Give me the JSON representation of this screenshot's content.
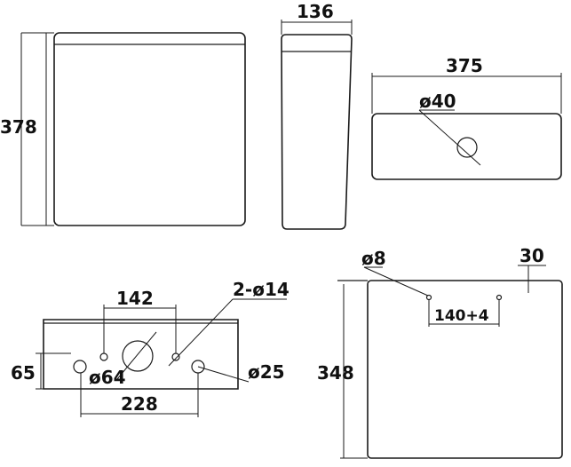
{
  "front_view": {
    "height_label": "378"
  },
  "side_view": {
    "depth_label": "136"
  },
  "top_view": {
    "width_label": "375",
    "hole_label": "ø40"
  },
  "bottom_view": {
    "spacing_label": "142",
    "small_holes_label": "2-ø14",
    "outlet_label": "ø64",
    "height_label": "65",
    "right_hole_label": "ø25",
    "width_label": "228"
  },
  "back_view": {
    "hole_label": "ø8",
    "offset_label": "30",
    "spacing_label": "140+4",
    "height_label": "348"
  }
}
